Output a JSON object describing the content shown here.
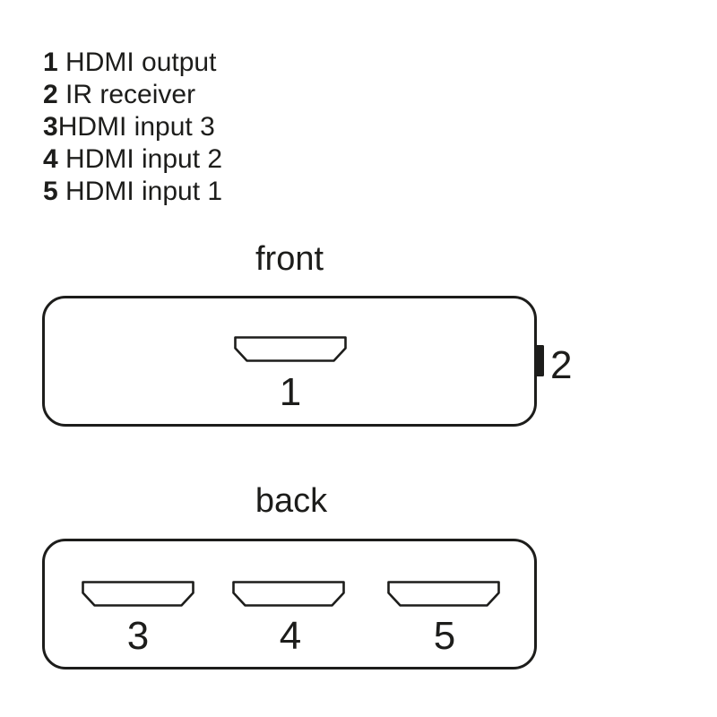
{
  "colors": {
    "ink": "#1d1d1b",
    "background": "#ffffff"
  },
  "legend": {
    "items": [
      {
        "num": "1",
        "label": " HDMI output"
      },
      {
        "num": "2",
        "label": " IR receiver"
      },
      {
        "num": "3",
        "label": "HDMI input 3"
      },
      {
        "num": "4",
        "label": " HDMI input 2"
      },
      {
        "num": "5",
        "label": " HDMI input 1"
      }
    ]
  },
  "front": {
    "title": "front",
    "port": {
      "number": "1",
      "meaning": "HDMI output"
    },
    "ir_receiver": {
      "number": "2",
      "meaning": "IR receiver"
    }
  },
  "back": {
    "title": "back",
    "ports": [
      {
        "number": "3",
        "meaning": "HDMI input 3"
      },
      {
        "number": "4",
        "meaning": "HDMI input 2"
      },
      {
        "number": "5",
        "meaning": "HDMI input 1"
      }
    ]
  }
}
